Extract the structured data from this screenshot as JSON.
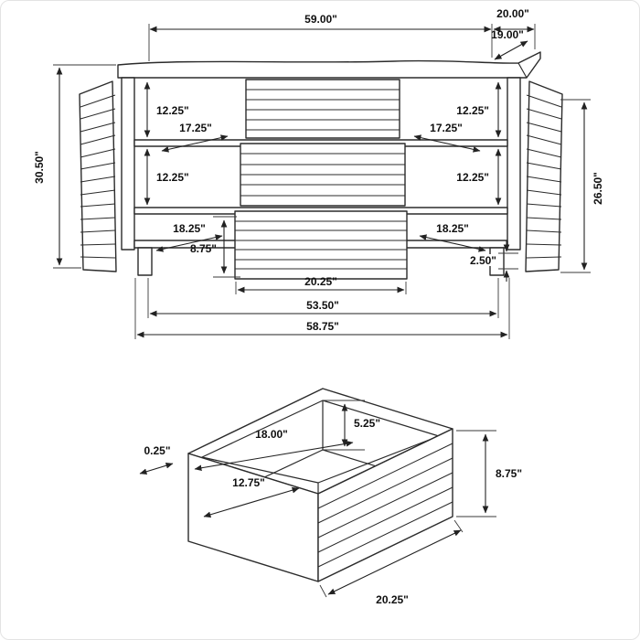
{
  "cabinet": {
    "top_width": "59.00\"",
    "top_depth": "20.00\"",
    "body_depth": "19.00\"",
    "overall_height": "30.50\"",
    "side_height": "26.50\"",
    "opening_top_left": "12.25\"",
    "opening_top_right": "12.25\"",
    "opening_bottom_left": "12.25\"",
    "opening_bottom_right": "12.25\"",
    "shelf_depth_upper_left": "17.25\"",
    "shelf_depth_upper_right": "17.25\"",
    "shelf_depth_lower_left": "18.25\"",
    "shelf_depth_lower_right": "18.25\"",
    "drawer_front_height": "8.75\"",
    "base_clearance": "2.50\"",
    "drawer_front_width": "20.25\"",
    "interior_width": "53.50\"",
    "base_width": "58.75\""
  },
  "drawer": {
    "interior_height": "5.25\"",
    "interior_width": "18.00\"",
    "panel_thickness": "0.25\"",
    "interior_depth": "12.75\"",
    "front_height": "8.75\"",
    "front_width": "20.25\""
  }
}
